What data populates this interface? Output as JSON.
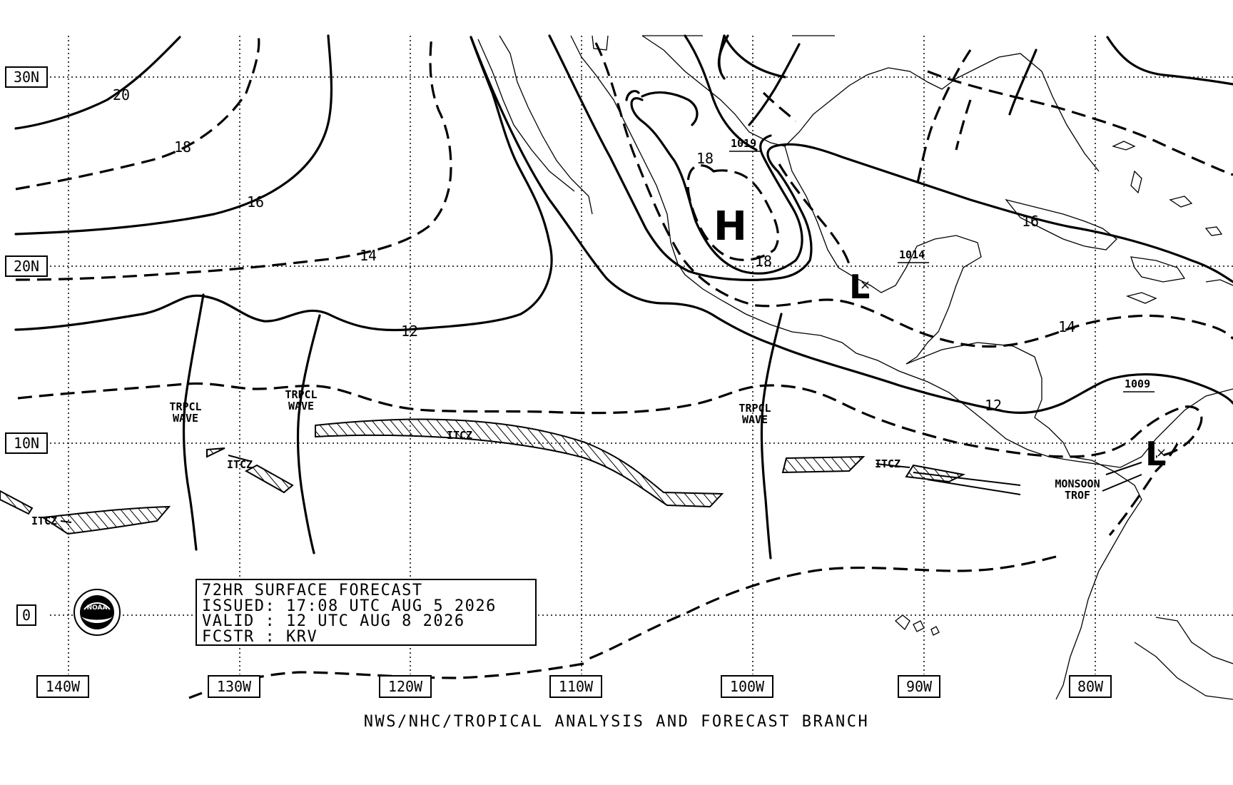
{
  "map": {
    "lat_labels": [
      "30N",
      "20N",
      "10N",
      "0"
    ],
    "lon_labels": [
      "140W",
      "130W",
      "120W",
      "110W",
      "100W",
      "90W",
      "80W"
    ],
    "isobar_labels": [
      "20",
      "18",
      "16",
      "14",
      "12",
      "18",
      "18",
      "16",
      "14",
      "12"
    ],
    "high_symbol": "H",
    "low_symbols": [
      "L",
      "L"
    ],
    "pressure_centers": [
      "1019",
      "1014",
      "1009"
    ],
    "wave_labels": [
      "TRPCL\nWAVE",
      "TRPCL\nWAVE",
      "TRPCL\nWAVE"
    ],
    "itcz_labels": [
      "ITCZ",
      "ITCZ",
      "ITCZ",
      "ITCZ"
    ],
    "monsoon_label": "MONSOON\nTROF",
    "logo_text": "NOAA"
  },
  "forecast_box": {
    "line1": "72HR SURFACE FORECAST",
    "line2": "ISSUED: 17:08 UTC AUG 5 2026",
    "line3": "VALID : 12 UTC AUG 8 2026",
    "line4": "FCSTR : KRV"
  },
  "footer": "NWS/NHC/TROPICAL ANALYSIS AND FORECAST BRANCH"
}
